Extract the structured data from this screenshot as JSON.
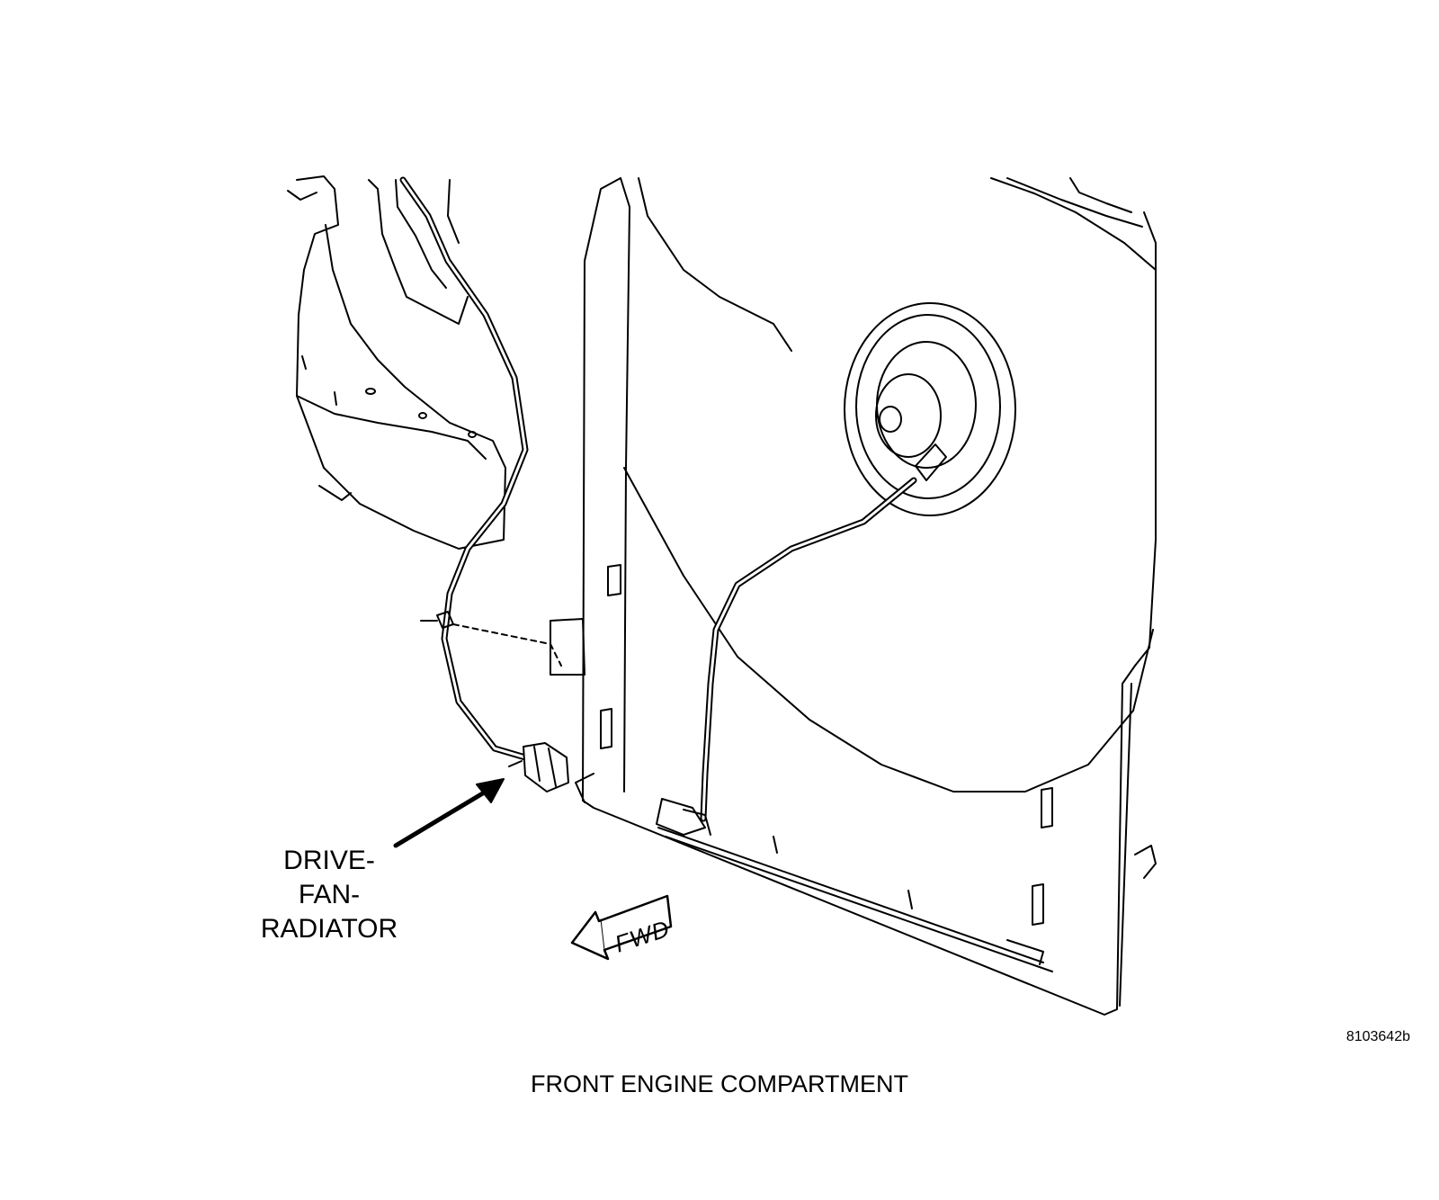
{
  "callout": {
    "line1": "DRIVE-",
    "line2": "FAN-",
    "line3": "RADIATOR"
  },
  "direction_label": "FWD",
  "figure_id": "8103642b",
  "caption": "FRONT ENGINE COMPARTMENT",
  "colors": {
    "ink": "#000000",
    "paper": "#ffffff"
  }
}
